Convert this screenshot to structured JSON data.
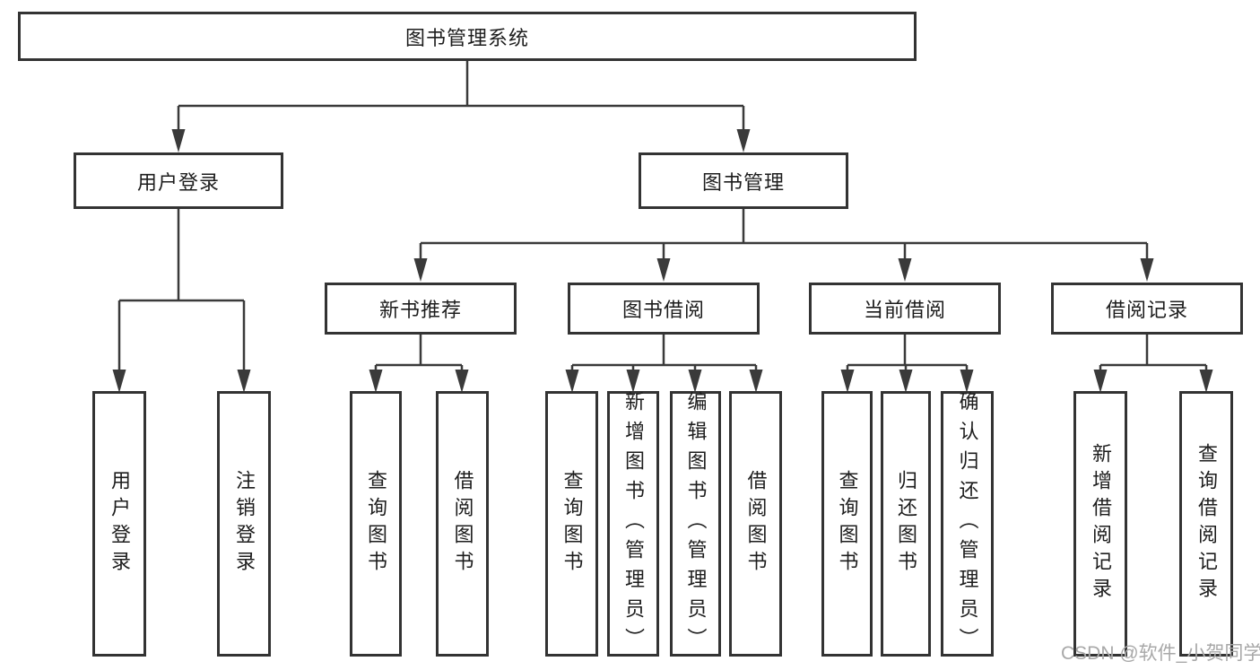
{
  "root": {
    "label": "图书管理系统"
  },
  "branches": [
    {
      "label": "用户登录",
      "leaves": [
        "用户登录",
        "注销登录"
      ]
    },
    {
      "label": "图书管理",
      "children": [
        {
          "label": "新书推荐",
          "leaves": [
            "查询图书",
            "借阅图书"
          ]
        },
        {
          "label": "图书借阅",
          "leaves": [
            "查询图书",
            "新增图书（管理员）",
            "编辑图书（管理员）",
            "借阅图书"
          ]
        },
        {
          "label": "当前借阅",
          "leaves": [
            "查询图书",
            "归还图书",
            "确认归还（管理员）"
          ]
        },
        {
          "label": "借阅记录",
          "leaves": [
            "新增借阅记录",
            "查询借阅记录"
          ]
        }
      ]
    }
  ],
  "watermark": {
    "text": "CSDN @软件_小贺同学",
    "color": "#a8a8a8"
  },
  "colors": {
    "line": "#3a3a3a",
    "box_border": "#333333",
    "text": "#1d1d1d",
    "background": "#ffffff"
  }
}
